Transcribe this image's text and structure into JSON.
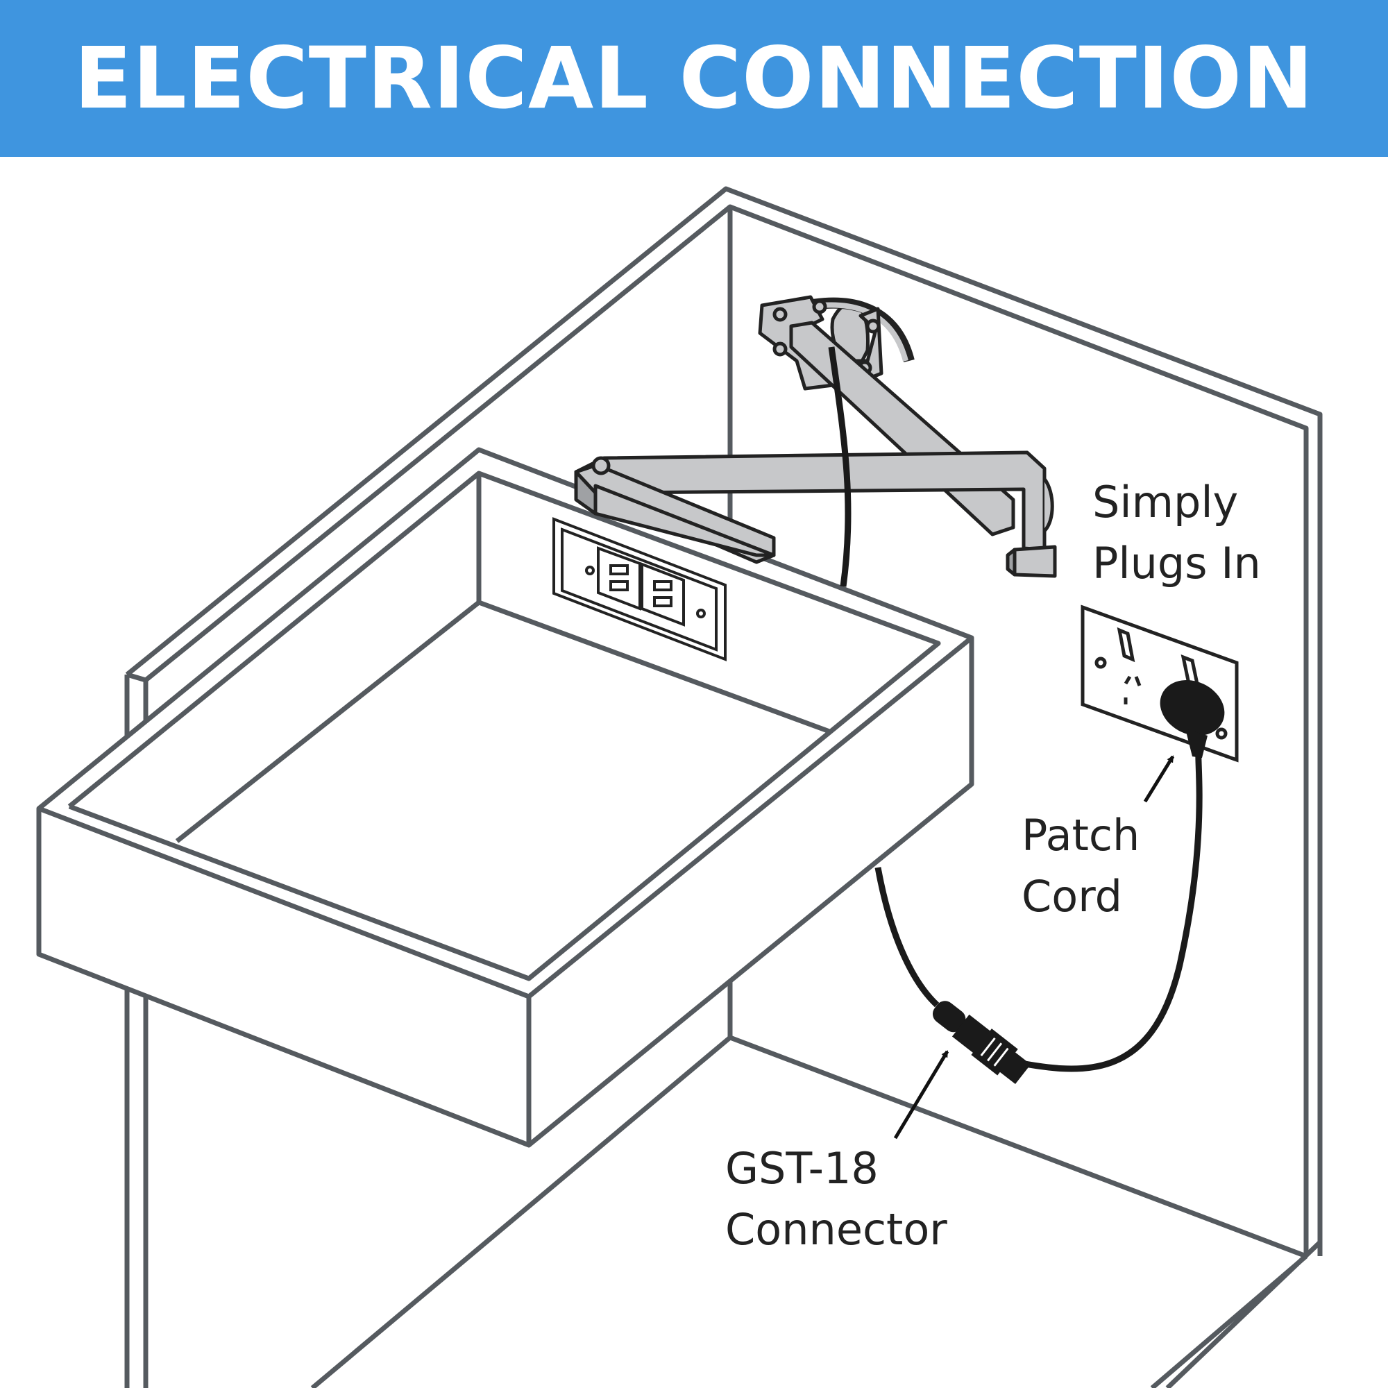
{
  "title": "ELECTRICAL CONNECTION",
  "colors": {
    "banner": "#3f95df",
    "outline": "#555a5f",
    "arm": "#c7c8ca",
    "cord": "#1a1a1a"
  },
  "callouts": {
    "plugs_in": {
      "line1": "Simply",
      "line2": "Plugs In"
    },
    "patch_cord": {
      "line1": "Patch",
      "line2": "Cord"
    },
    "connector": {
      "line1": "GST-18",
      "line2": "Connector"
    }
  }
}
